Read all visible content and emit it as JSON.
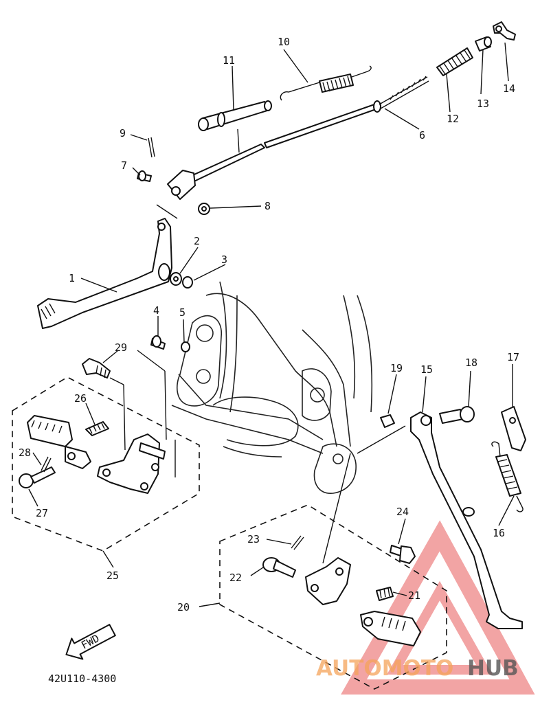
{
  "diagram": {
    "callouts": [
      {
        "id": "1",
        "text": "1"
      },
      {
        "id": "2",
        "text": "2"
      },
      {
        "id": "3",
        "text": "3"
      },
      {
        "id": "4",
        "text": "4"
      },
      {
        "id": "5",
        "text": "5"
      },
      {
        "id": "6",
        "text": "6"
      },
      {
        "id": "7",
        "text": "7"
      },
      {
        "id": "8",
        "text": "8"
      },
      {
        "id": "9",
        "text": "9"
      },
      {
        "id": "10",
        "text": "10"
      },
      {
        "id": "11",
        "text": "11"
      },
      {
        "id": "12",
        "text": "12"
      },
      {
        "id": "13",
        "text": "13"
      },
      {
        "id": "14",
        "text": "14"
      },
      {
        "id": "15",
        "text": "15"
      },
      {
        "id": "16",
        "text": "16"
      },
      {
        "id": "17",
        "text": "17"
      },
      {
        "id": "18",
        "text": "18"
      },
      {
        "id": "19",
        "text": "19"
      },
      {
        "id": "20",
        "text": "20"
      },
      {
        "id": "21",
        "text": "21"
      },
      {
        "id": "22",
        "text": "22"
      },
      {
        "id": "23",
        "text": "23"
      },
      {
        "id": "24",
        "text": "24"
      },
      {
        "id": "25",
        "text": "25"
      },
      {
        "id": "26",
        "text": "26"
      },
      {
        "id": "27",
        "text": "27"
      },
      {
        "id": "28",
        "text": "28"
      },
      {
        "id": "29",
        "text": "29"
      }
    ],
    "fwd_label": "FWD",
    "part_code": "42U110-4300"
  },
  "watermark": {
    "text_left": "AUTOMOTO",
    "text_right": "HUB",
    "color_left": "#f4a35a",
    "color_right": "#555555",
    "triangle_color": "#e85a5a"
  }
}
